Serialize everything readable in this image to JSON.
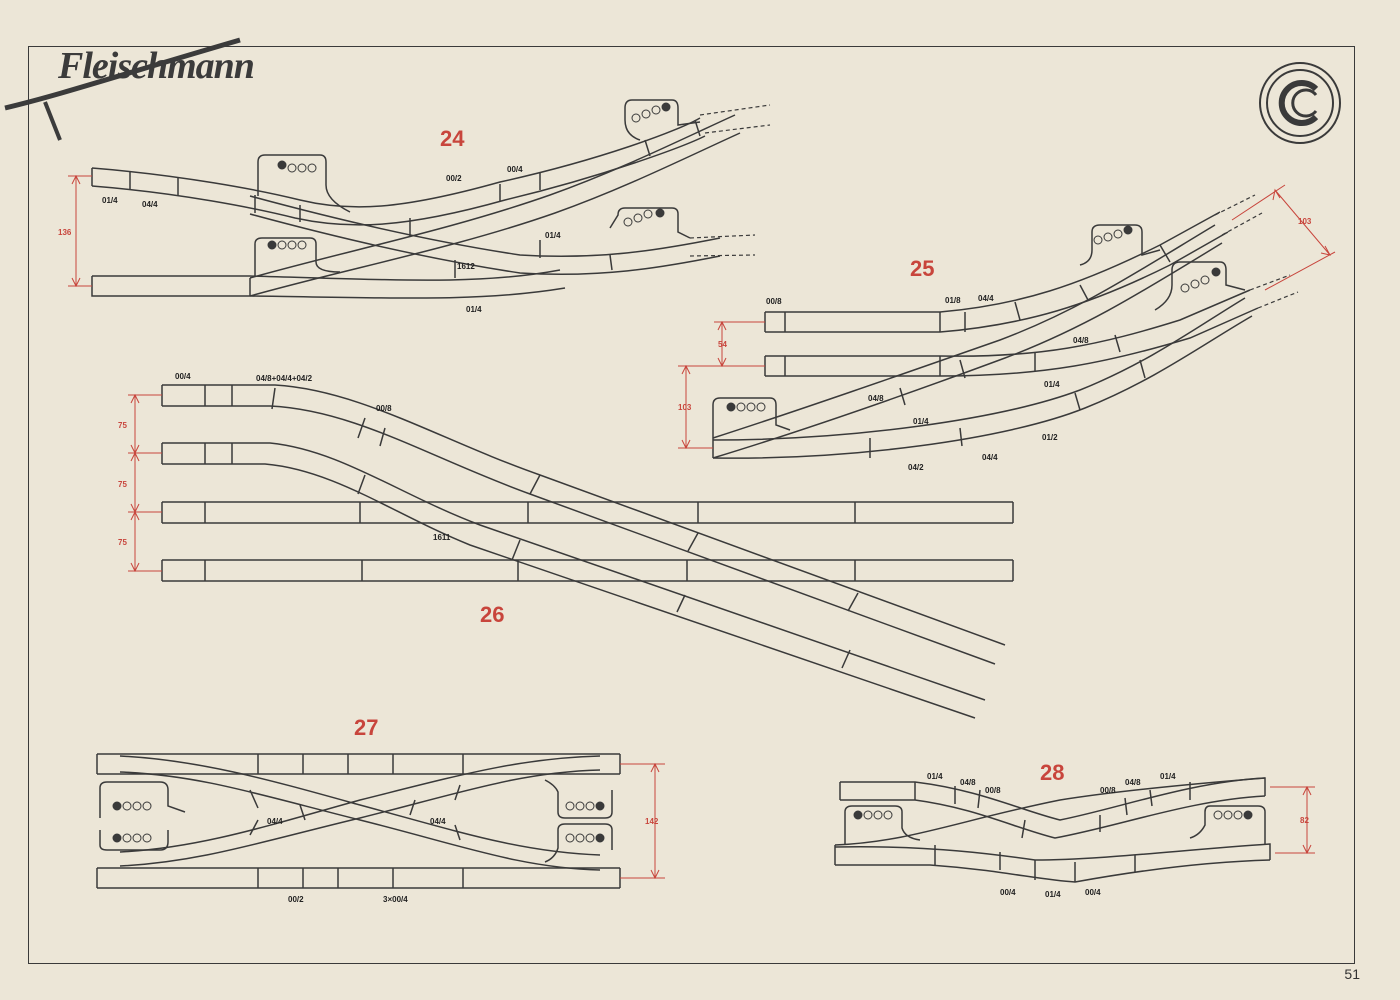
{
  "brand": "Fleischmann",
  "page_number": "51",
  "colors": {
    "accent": "#c8453c",
    "track": "#3a3a3a",
    "paper": "#ece6d7"
  },
  "logo_icon": "c-circle-icon",
  "diagrams": [
    {
      "number": "24",
      "labels": [
        "01/4",
        "04/4",
        "00/2",
        "00/4",
        "01/4",
        "1612",
        "01/4"
      ],
      "dimensions": [
        "136"
      ]
    },
    {
      "number": "25",
      "labels": [
        "00/8",
        "01/8",
        "04/4",
        "04/8",
        "01/4",
        "04/8",
        "01/4",
        "01/2",
        "04/2",
        "04/4"
      ],
      "dimensions": [
        "54",
        "103",
        "103"
      ]
    },
    {
      "number": "26",
      "labels": [
        "00/4",
        "04/8+04/4+04/2",
        "00/8",
        "1611"
      ],
      "dimensions": [
        "75",
        "75",
        "75"
      ]
    },
    {
      "number": "27",
      "labels": [
        "04/4",
        "04/4",
        "00/2",
        "3×00/4"
      ],
      "dimensions": [
        "142"
      ]
    },
    {
      "number": "28",
      "labels": [
        "01/4",
        "04/8",
        "00/8",
        "00/8",
        "04/8",
        "01/4",
        "00/4",
        "01/4",
        "00/4"
      ],
      "dimensions": [
        "82"
      ]
    }
  ]
}
